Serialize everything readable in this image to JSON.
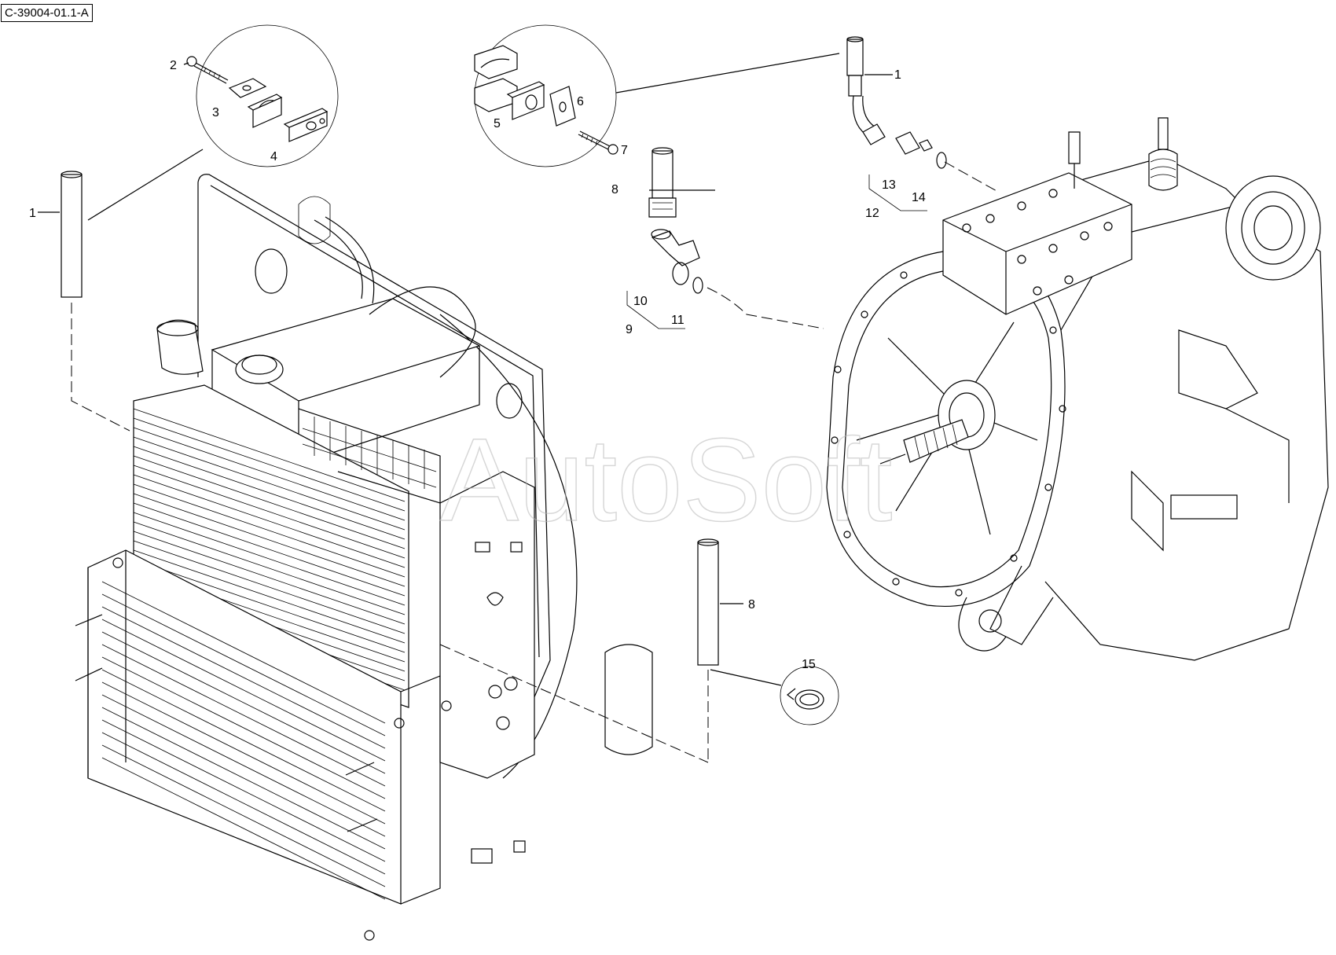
{
  "figure_id": "C-39004-01.1-A",
  "watermark": "AutoSoft",
  "callouts": {
    "c1a": "1",
    "c1b": "1",
    "c2": "2",
    "c3": "3",
    "c4": "4",
    "c5": "5",
    "c6": "6",
    "c7": "7",
    "c8a": "8",
    "c8b": "8",
    "c9": "9",
    "c10": "10",
    "c11": "11",
    "c12": "12",
    "c13": "13",
    "c14": "14",
    "c15": "15"
  }
}
